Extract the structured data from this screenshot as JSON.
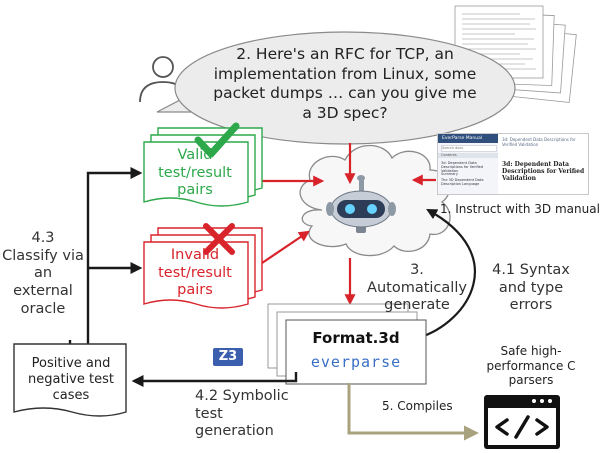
{
  "user_question": "2. Here's an RFC for TCP, an implementation from Linux, some packet dumps … can you give me a 3D spec?",
  "instruct_label": "1. Instruct with 3D manual",
  "manual": {
    "header": "EverParse Manual",
    "search": "Search docs",
    "section": "Contents",
    "items": [
      "3d: Dependent Data Descriptions for Verified Validation",
      "Summary",
      "The 3D Dependent Data Description Language"
    ],
    "crumb": "3d: Dependent Data Descriptions for Verified Validation",
    "title": "3d: Dependent Data Descriptions for Verified Validation"
  },
  "valid_pairs": "Valid test/result pairs",
  "invalid_pairs": "Invalid test/result pairs",
  "classify_label": "4.3 Classify via an external oracle",
  "auto_generate": "3. Automatically generate",
  "syntax_errors": "4.1 Syntax and type errors",
  "format_file": "Format.3d",
  "everparse_logo": "everparse",
  "z3_logo": "Z3",
  "test_cases": "Positive and negative test cases",
  "symbolic_label": "4.2 Symbolic test generation",
  "compiles_label": "5. Compiles",
  "parsers_label": "Safe high-performance C parsers",
  "colors": {
    "red": "#d9232b",
    "green": "#2da84a",
    "olive": "#a8a37e",
    "dark": "#1a1a1a",
    "everparse_blue": "#3a6fc4"
  }
}
